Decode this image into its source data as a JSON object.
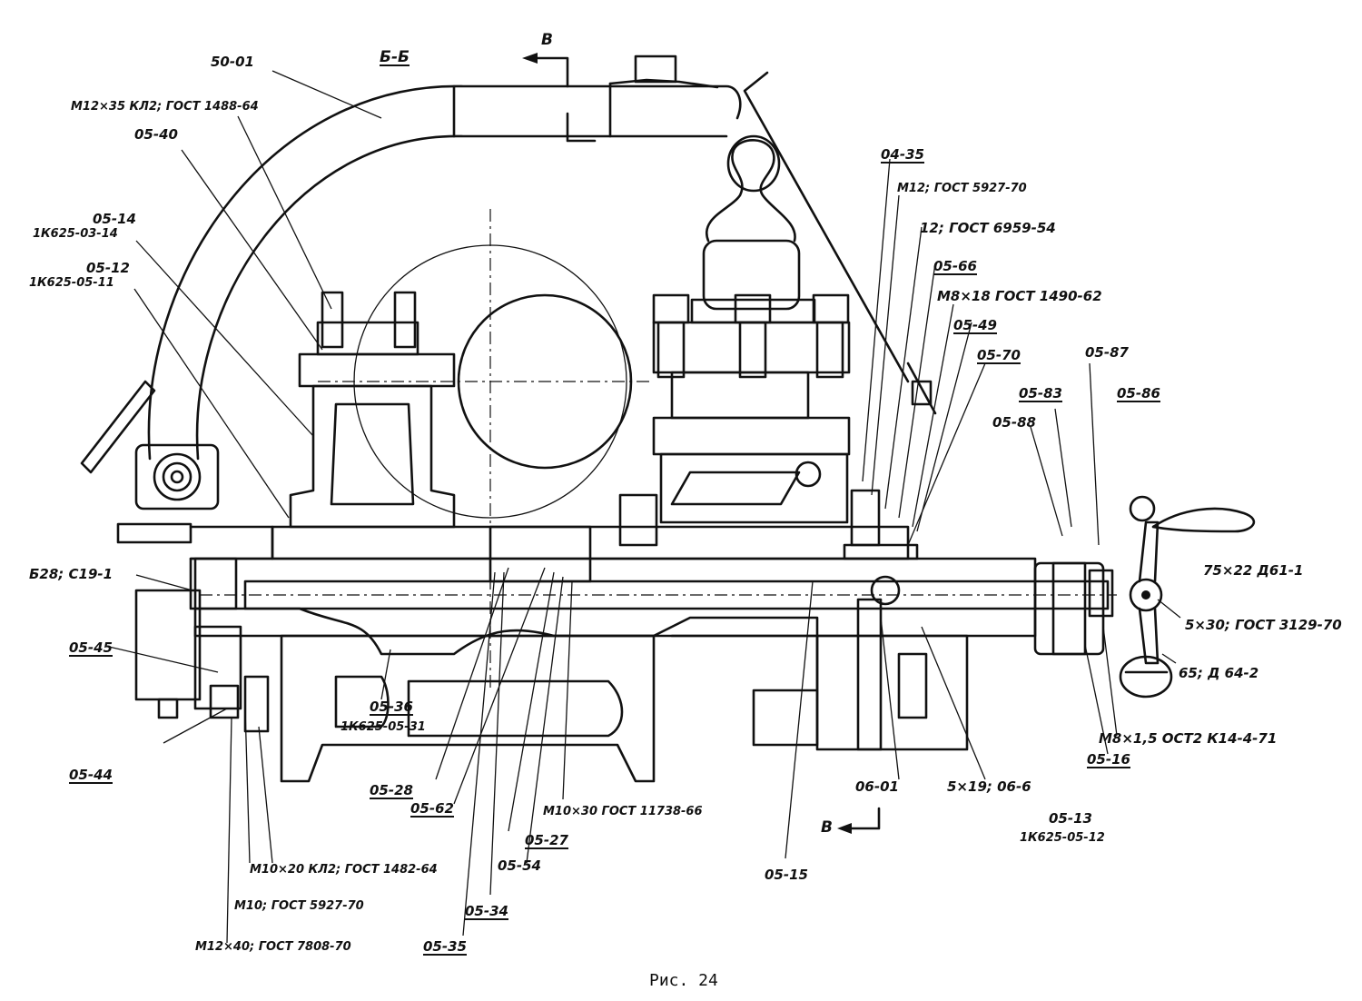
{
  "figure": {
    "caption": "Рис. 24",
    "section_label": "Б-Б",
    "section_arrow_top": "В",
    "section_arrow_bottom": "В"
  },
  "labels": {
    "l_50_01": "50-01",
    "l_m12x35": "M12×35 КЛ2; ГОСТ 1488-64",
    "l_05_40": "05-40",
    "l_05_14": "05-14",
    "l_1k625_03_14": "1К625-03-14",
    "l_05_12": "05-12",
    "l_1k625_05_11": "1К625-05-11",
    "l_b28": "Б28; С19-1",
    "l_05_45": "05-45",
    "l_05_44": "05-44",
    "l_05_36": "05-36",
    "l_1k625_05_31": "1К625-05-31",
    "l_05_28": "05-28",
    "l_05_62": "05-62",
    "l_m10x30": "M10×30 ГОСТ 11738-66",
    "l_05_27": "05-27",
    "l_05_54": "05-54",
    "l_05_34": "05-34",
    "l_05_35": "05-35",
    "l_m10x20": "M10×20 КЛ2; ГОСТ 1482-64",
    "l_m10_gost": "M10; ГОСТ 5927-70",
    "l_m12x40": "M12×40; ГОСТ 7808-70",
    "l_05_15": "05-15",
    "l_06_01": "06-01",
    "l_5x19": "5×19; 06-6",
    "l_05_13": "05-13",
    "l_1k625_05_12": "1К625-05-12",
    "l_04_35": "04-35",
    "l_m12_gost": "M12; ГОСТ 5927-70",
    "l_12_gost": "12; ГОСТ 6959-54",
    "l_05_66": "05-66",
    "l_m8x18": "M8×18 ГОСТ 1490-62",
    "l_05_49": "05-49",
    "l_05_70": "05-70",
    "l_05_87": "05-87",
    "l_05_83": "05-83",
    "l_05_86": "05-86",
    "l_05_88": "05-88",
    "l_75x22": "75×22 Д61-1",
    "l_5x30": "5×30; ГОСТ 3129-70",
    "l_65_d64": "65; Д 64-2",
    "l_m8x15": "M8×1,5  ОСТ2 К14-4-71",
    "l_05_16": "05-16"
  }
}
